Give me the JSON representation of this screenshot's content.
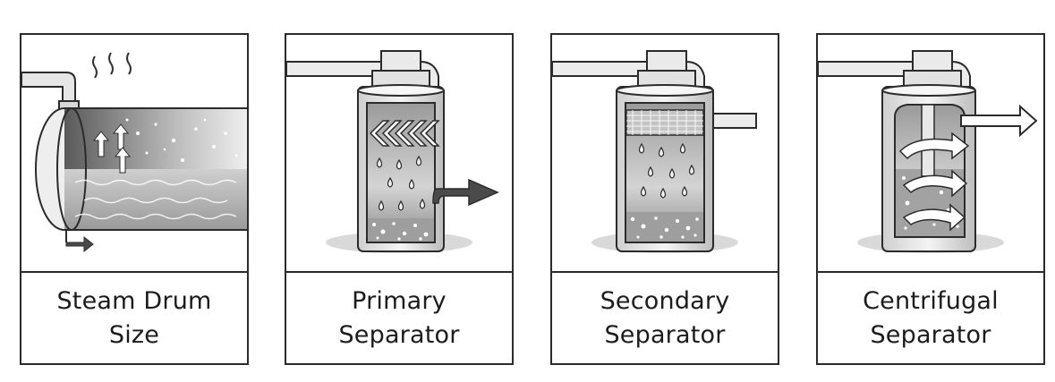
{
  "panels": [
    {
      "line1": "Steam Drum",
      "line2": "Size"
    },
    {
      "line1": "Primary",
      "line2": "Separator"
    },
    {
      "line1": "Secondary",
      "line2": "Separator"
    },
    {
      "line1": "Centrifugal",
      "line2": "Separator"
    }
  ]
}
